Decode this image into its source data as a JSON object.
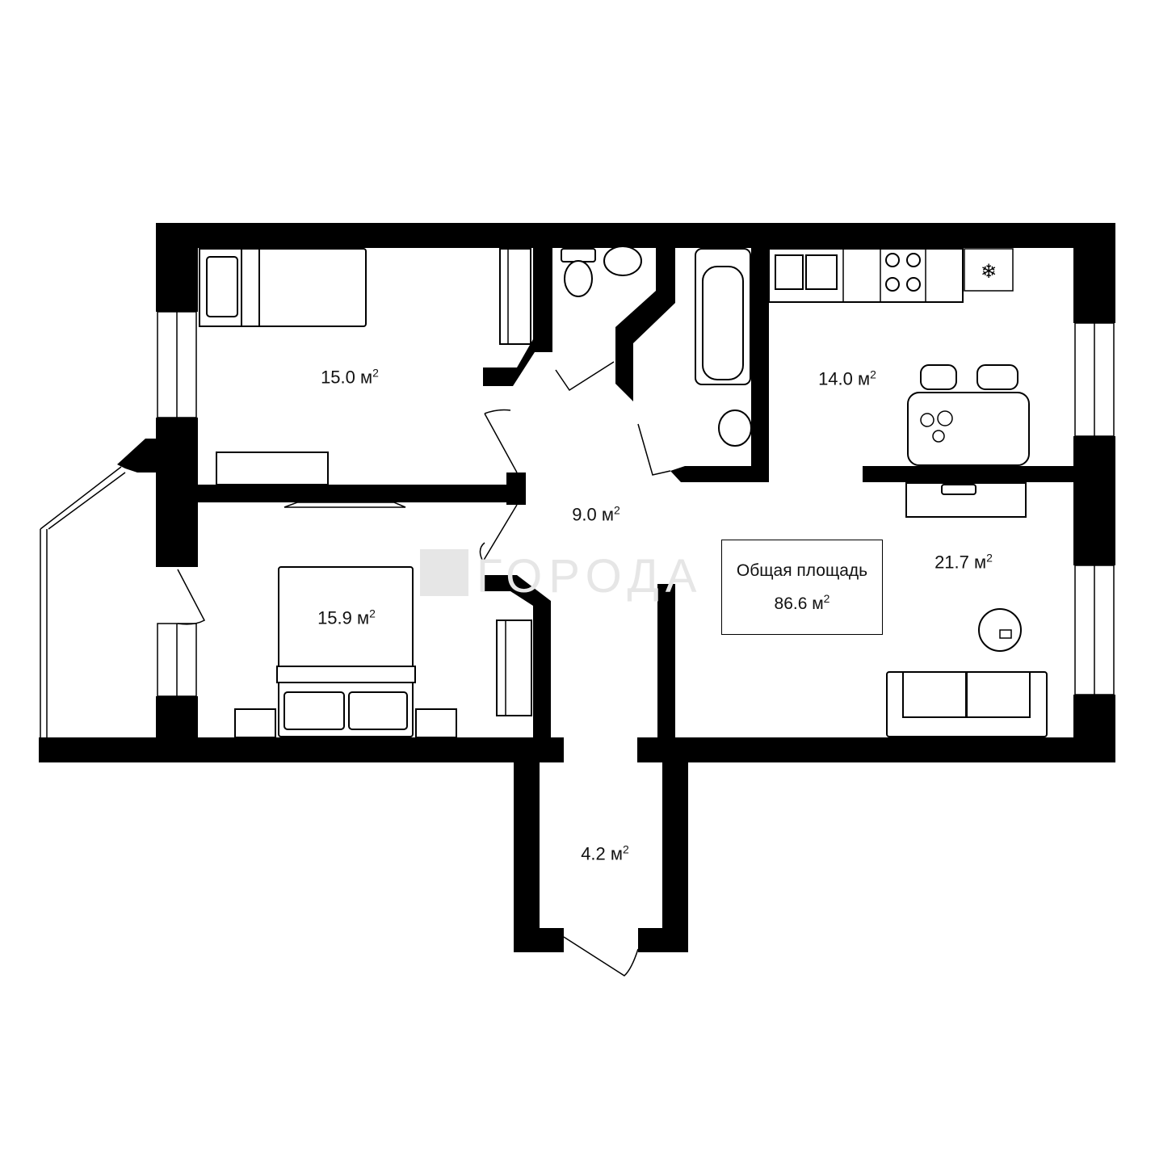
{
  "rooms": {
    "bedroom_top": {
      "area": "15.0 м",
      "unit_sup": "2"
    },
    "bedroom_bottom": {
      "area": "15.9 м",
      "unit_sup": "2"
    },
    "hall": {
      "area": "9.0 м",
      "unit_sup": "2"
    },
    "kitchen": {
      "area": "14.0 м",
      "unit_sup": "2"
    },
    "living": {
      "area": "21.7 м",
      "unit_sup": "2"
    },
    "vestibule": {
      "area": "4.2 м",
      "unit_sup": "2"
    }
  },
  "total": {
    "label": "Общая площадь",
    "value": "86.6 м",
    "unit_sup": "2"
  },
  "watermark": {
    "text": "ГОРОДА"
  },
  "colors": {
    "wall": "#000000",
    "background": "#ffffff",
    "watermark": "#e6e6e6"
  }
}
